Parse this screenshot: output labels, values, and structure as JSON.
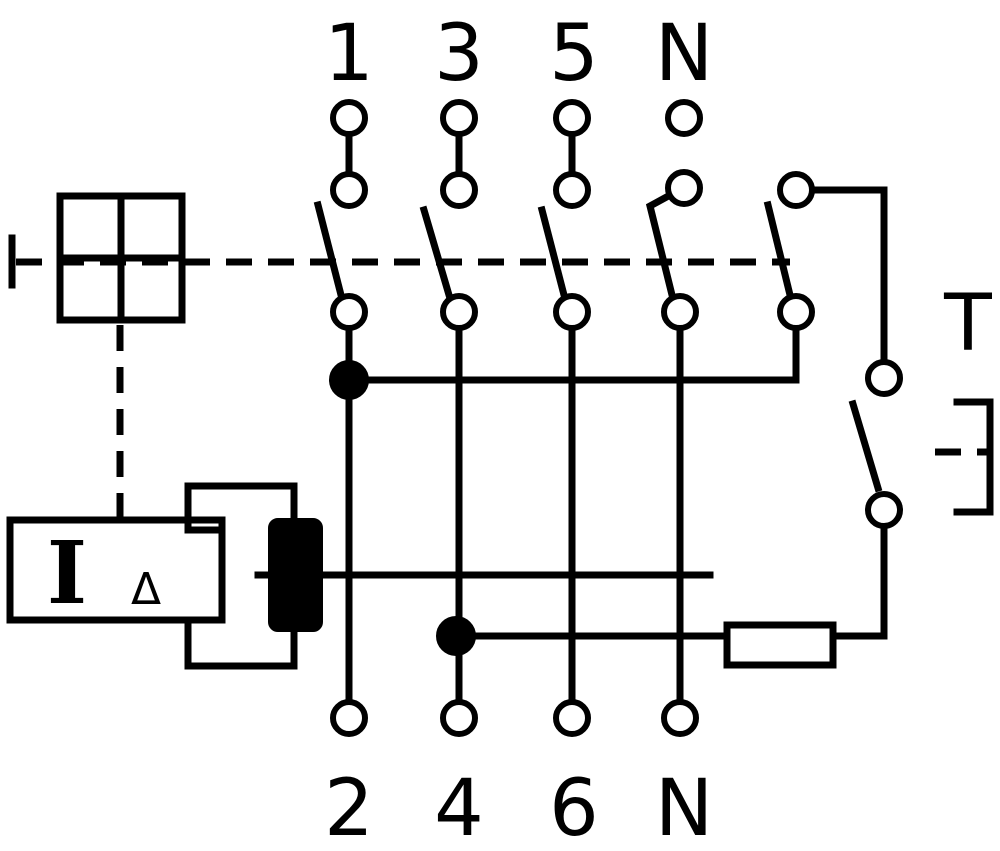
{
  "terminals": {
    "top": [
      "1",
      "3",
      "5",
      "N"
    ],
    "bottom": [
      "2",
      "4",
      "6",
      "N"
    ]
  },
  "test_button_label": "T",
  "sensor_label": {
    "main": "I",
    "sub": "Δ"
  }
}
